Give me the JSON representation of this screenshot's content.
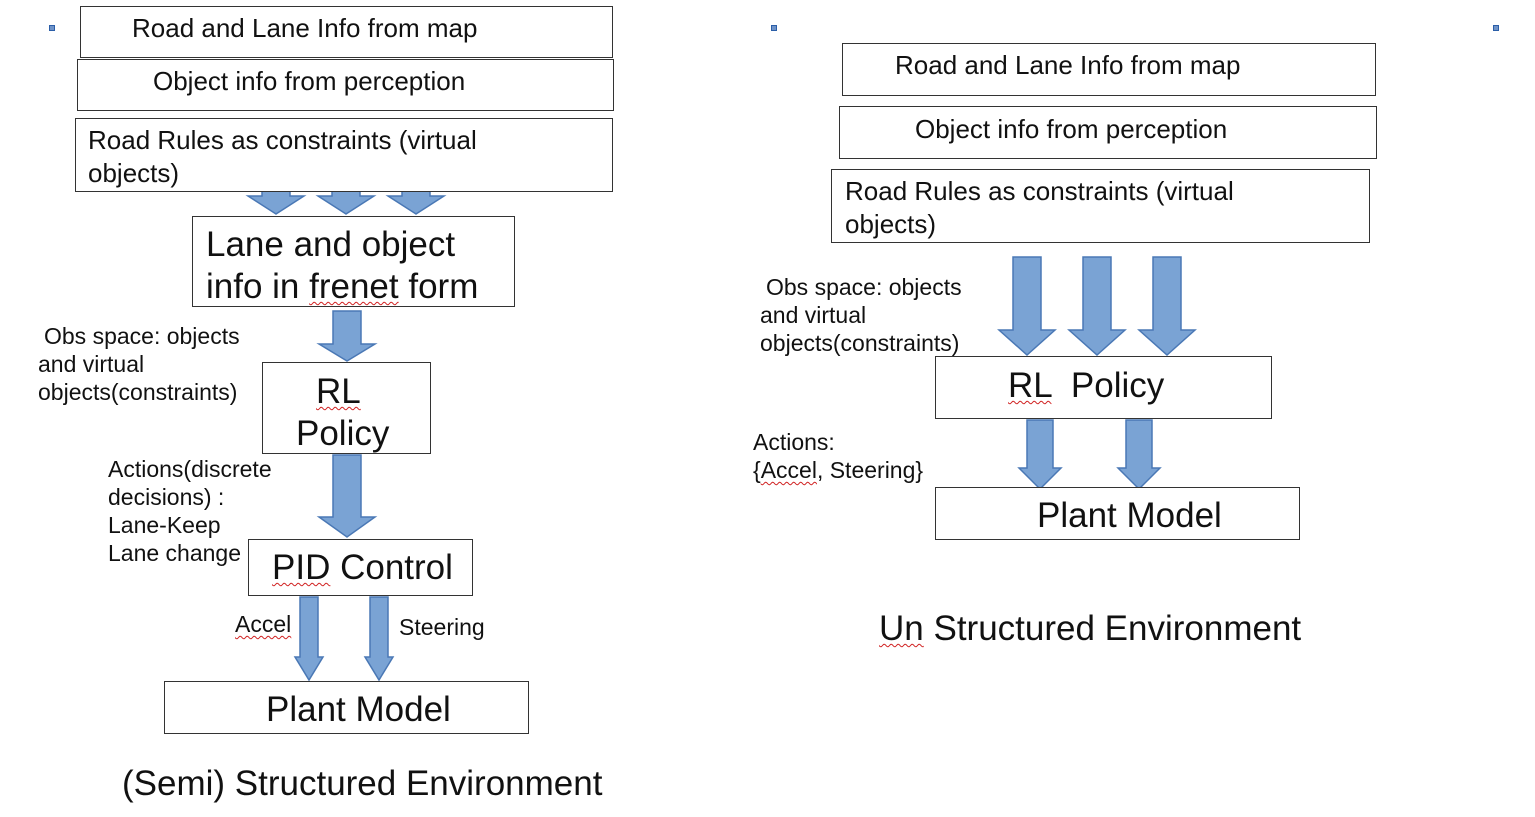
{
  "left": {
    "box_map": "Road and Lane Info from map",
    "box_perception": "Object info from perception",
    "box_rules_line1": "Road Rules as constraints (virtual",
    "box_rules_line2": "objects)",
    "box_frenet_line1": "Lane and object",
    "box_frenet_line2_a": "info in ",
    "box_frenet_line2_b": "frenet",
    "box_frenet_line2_c": " form",
    "obs_line1": "Obs space: objects",
    "obs_line2": "and virtual",
    "obs_line3": "objects(constraints)",
    "rl_line1": "RL",
    "rl_line2": "Policy",
    "actions_line1": "Actions(discrete",
    "actions_line2": "decisions) :",
    "actions_line3": "Lane-Keep",
    "actions_line4": "Lane change",
    "pid_a": "PID",
    "pid_b": " Control",
    "accel": "Accel",
    "steering": "Steering",
    "plant": "Plant Model",
    "caption": "(Semi) Structured Environment"
  },
  "right": {
    "box_map": "Road and Lane Info from map",
    "box_perception": "Object info from perception",
    "box_rules_line1": "Road Rules as constraints (virtual",
    "box_rules_line2": "objects)",
    "obs_line1": "Obs space: objects",
    "obs_line2": "and virtual",
    "obs_line3": "objects(constraints)",
    "rl_a": "RL",
    "rl_b": "  Policy",
    "actions_line1": "Actions:",
    "actions_line2_a": "{",
    "actions_line2_b": "Accel",
    "actions_line2_c": ", Steering}",
    "plant": "Plant Model",
    "caption_a": "Un",
    "caption_b": " Structured Environment"
  },
  "colors": {
    "arrow_fill": "#7aa3d4",
    "arrow_stroke": "#4a78b5",
    "box_border": "#333333",
    "spell_underline": "#d02020"
  }
}
